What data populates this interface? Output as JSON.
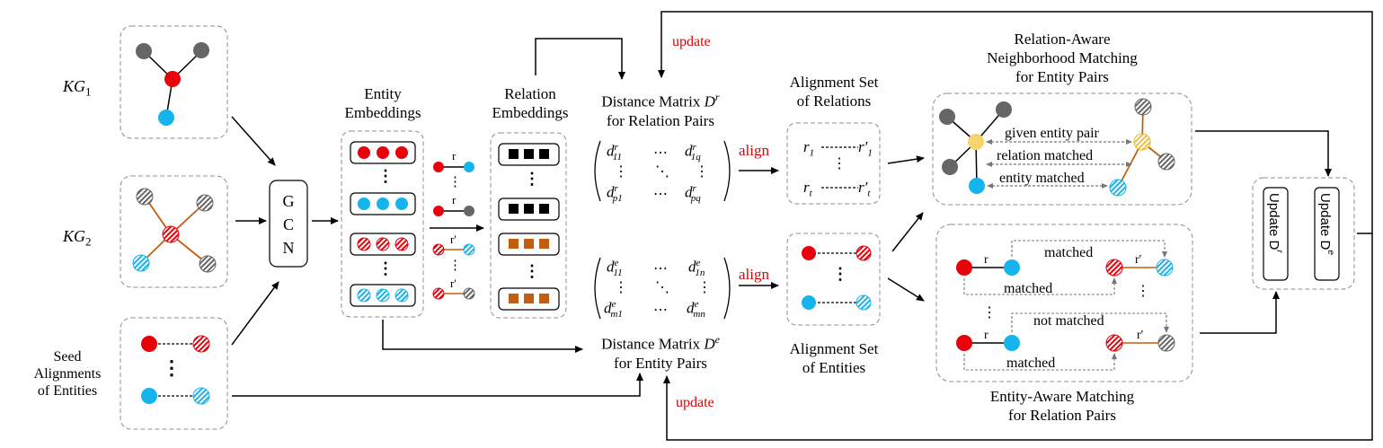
{
  "labels": {
    "kg1": "KG",
    "kg1_sub": "1",
    "kg2": "KG",
    "kg2_sub": "2",
    "seed_line1": "Seed",
    "seed_line2": "Alignments",
    "seed_line3": "of Entities",
    "gcn_g": "G",
    "gcn_c": "C",
    "gcn_n": "N",
    "entity_emb_line1": "Entity",
    "entity_emb_line2": "Embeddings",
    "relation_emb_line1": "Relation",
    "relation_emb_line2": "Embeddings",
    "dist_rel_line1": "Distance Matrix",
    "dist_rel_sym": "D",
    "dist_rel_sup": "r",
    "dist_rel_line2": "for Relation Pairs",
    "dist_ent_line1": "Distance Matrix",
    "dist_ent_sym": "D",
    "dist_ent_sup": "e",
    "dist_ent_line2": "for Entity Pairs",
    "update_top": "update",
    "update_bottom": "update",
    "align_top": "align",
    "align_bottom": "align",
    "align_set_rel_line1": "Alignment Set",
    "align_set_rel_line2": "of Relations",
    "align_set_ent_line1": "Alignment Set",
    "align_set_ent_line2": "of Entities",
    "rann_line1": "Relation-Aware",
    "rann_line2": "Neighborhood Matching",
    "rann_line3": "for Entity Pairs",
    "given_pair": "given entity pair",
    "relation_matched": "relation matched",
    "entity_matched": "entity matched",
    "eam_line1": "Entity-Aware Matching",
    "eam_line2": "for Relation Pairs",
    "matched_1": "matched",
    "matched_2": "matched",
    "not_matched": "not  matched",
    "matched_3": "matched",
    "update_dr": "Update D",
    "update_dr_sup": "r",
    "update_de": "Update D",
    "update_de_sup": "e",
    "r_label": "r",
    "r_prime_label": "r'",
    "vdots": "⋮",
    "cdots": "⋯",
    "ddots": "⋱",
    "rel_set_r1": "r",
    "rel_set_r1_sub": "1",
    "rel_set_r1p": "r′",
    "rel_set_r1p_sub": "1",
    "rel_set_rt": "r",
    "rel_set_rt_sub": "t",
    "rel_set_rtp": "r′",
    "rel_set_rtp_sub": "t",
    "mat_r_11": "11",
    "mat_r_1q": "1q",
    "mat_r_p1": "p1",
    "mat_r_pq": "pq",
    "mat_e_11": "11",
    "mat_e_1n": "1n",
    "mat_e_m1": "m1",
    "mat_e_mn": "mn",
    "mat_sym": "d",
    "mat_r_sup": "r",
    "mat_e_sup": "e"
  },
  "colors": {
    "red": "#e8000b",
    "blue": "#16b4ef",
    "gray": "#666666",
    "yellow": "#f7d46b",
    "brown": "#c25e11",
    "update_text": "#e00000",
    "dash_border": "#8c8c8c"
  }
}
